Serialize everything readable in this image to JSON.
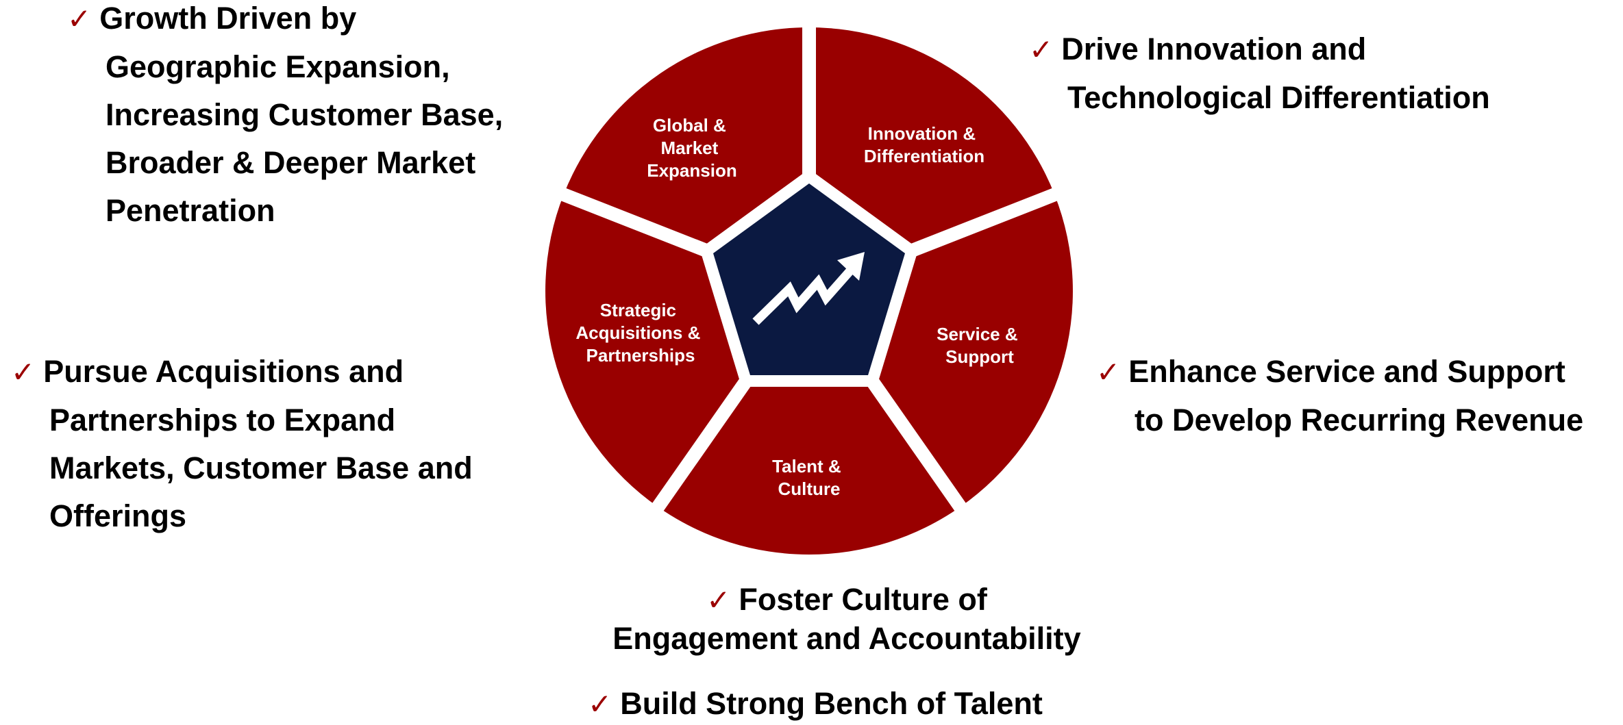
{
  "colors": {
    "segment": "#990000",
    "center": "#0b1941",
    "gap": "#ffffff",
    "check": "#9b0000",
    "text": "#000000"
  },
  "center_icon": "trending-up-arrow-icon",
  "segments": {
    "global": [
      "Global &",
      "Market",
      "Expansion"
    ],
    "innovation": [
      "Innovation &",
      "Differentiation"
    ],
    "service": [
      "Service &",
      "Support"
    ],
    "talent": [
      "Talent &",
      "Culture"
    ],
    "strategic": [
      "Strategic",
      "Acquisitions &",
      "Partnerships"
    ]
  },
  "callouts": {
    "check_mark": "✓",
    "growth": [
      "Growth Driven by",
      "Geographic Expansion,",
      "Increasing Customer Base,",
      "Broader & Deeper Market",
      "Penetration"
    ],
    "innovation": [
      "Drive Innovation and",
      "Technological Differentiation"
    ],
    "acquisitions": [
      "Pursue Acquisitions and",
      "Partnerships to Expand",
      "Markets, Customer Base and",
      "Offerings"
    ],
    "service": [
      "Enhance Service and Support",
      "to Develop Recurring Revenue"
    ],
    "culture": [
      "Foster Culture of",
      "Engagement and Accountability"
    ],
    "talent": [
      "Build Strong Bench of Talent"
    ]
  }
}
